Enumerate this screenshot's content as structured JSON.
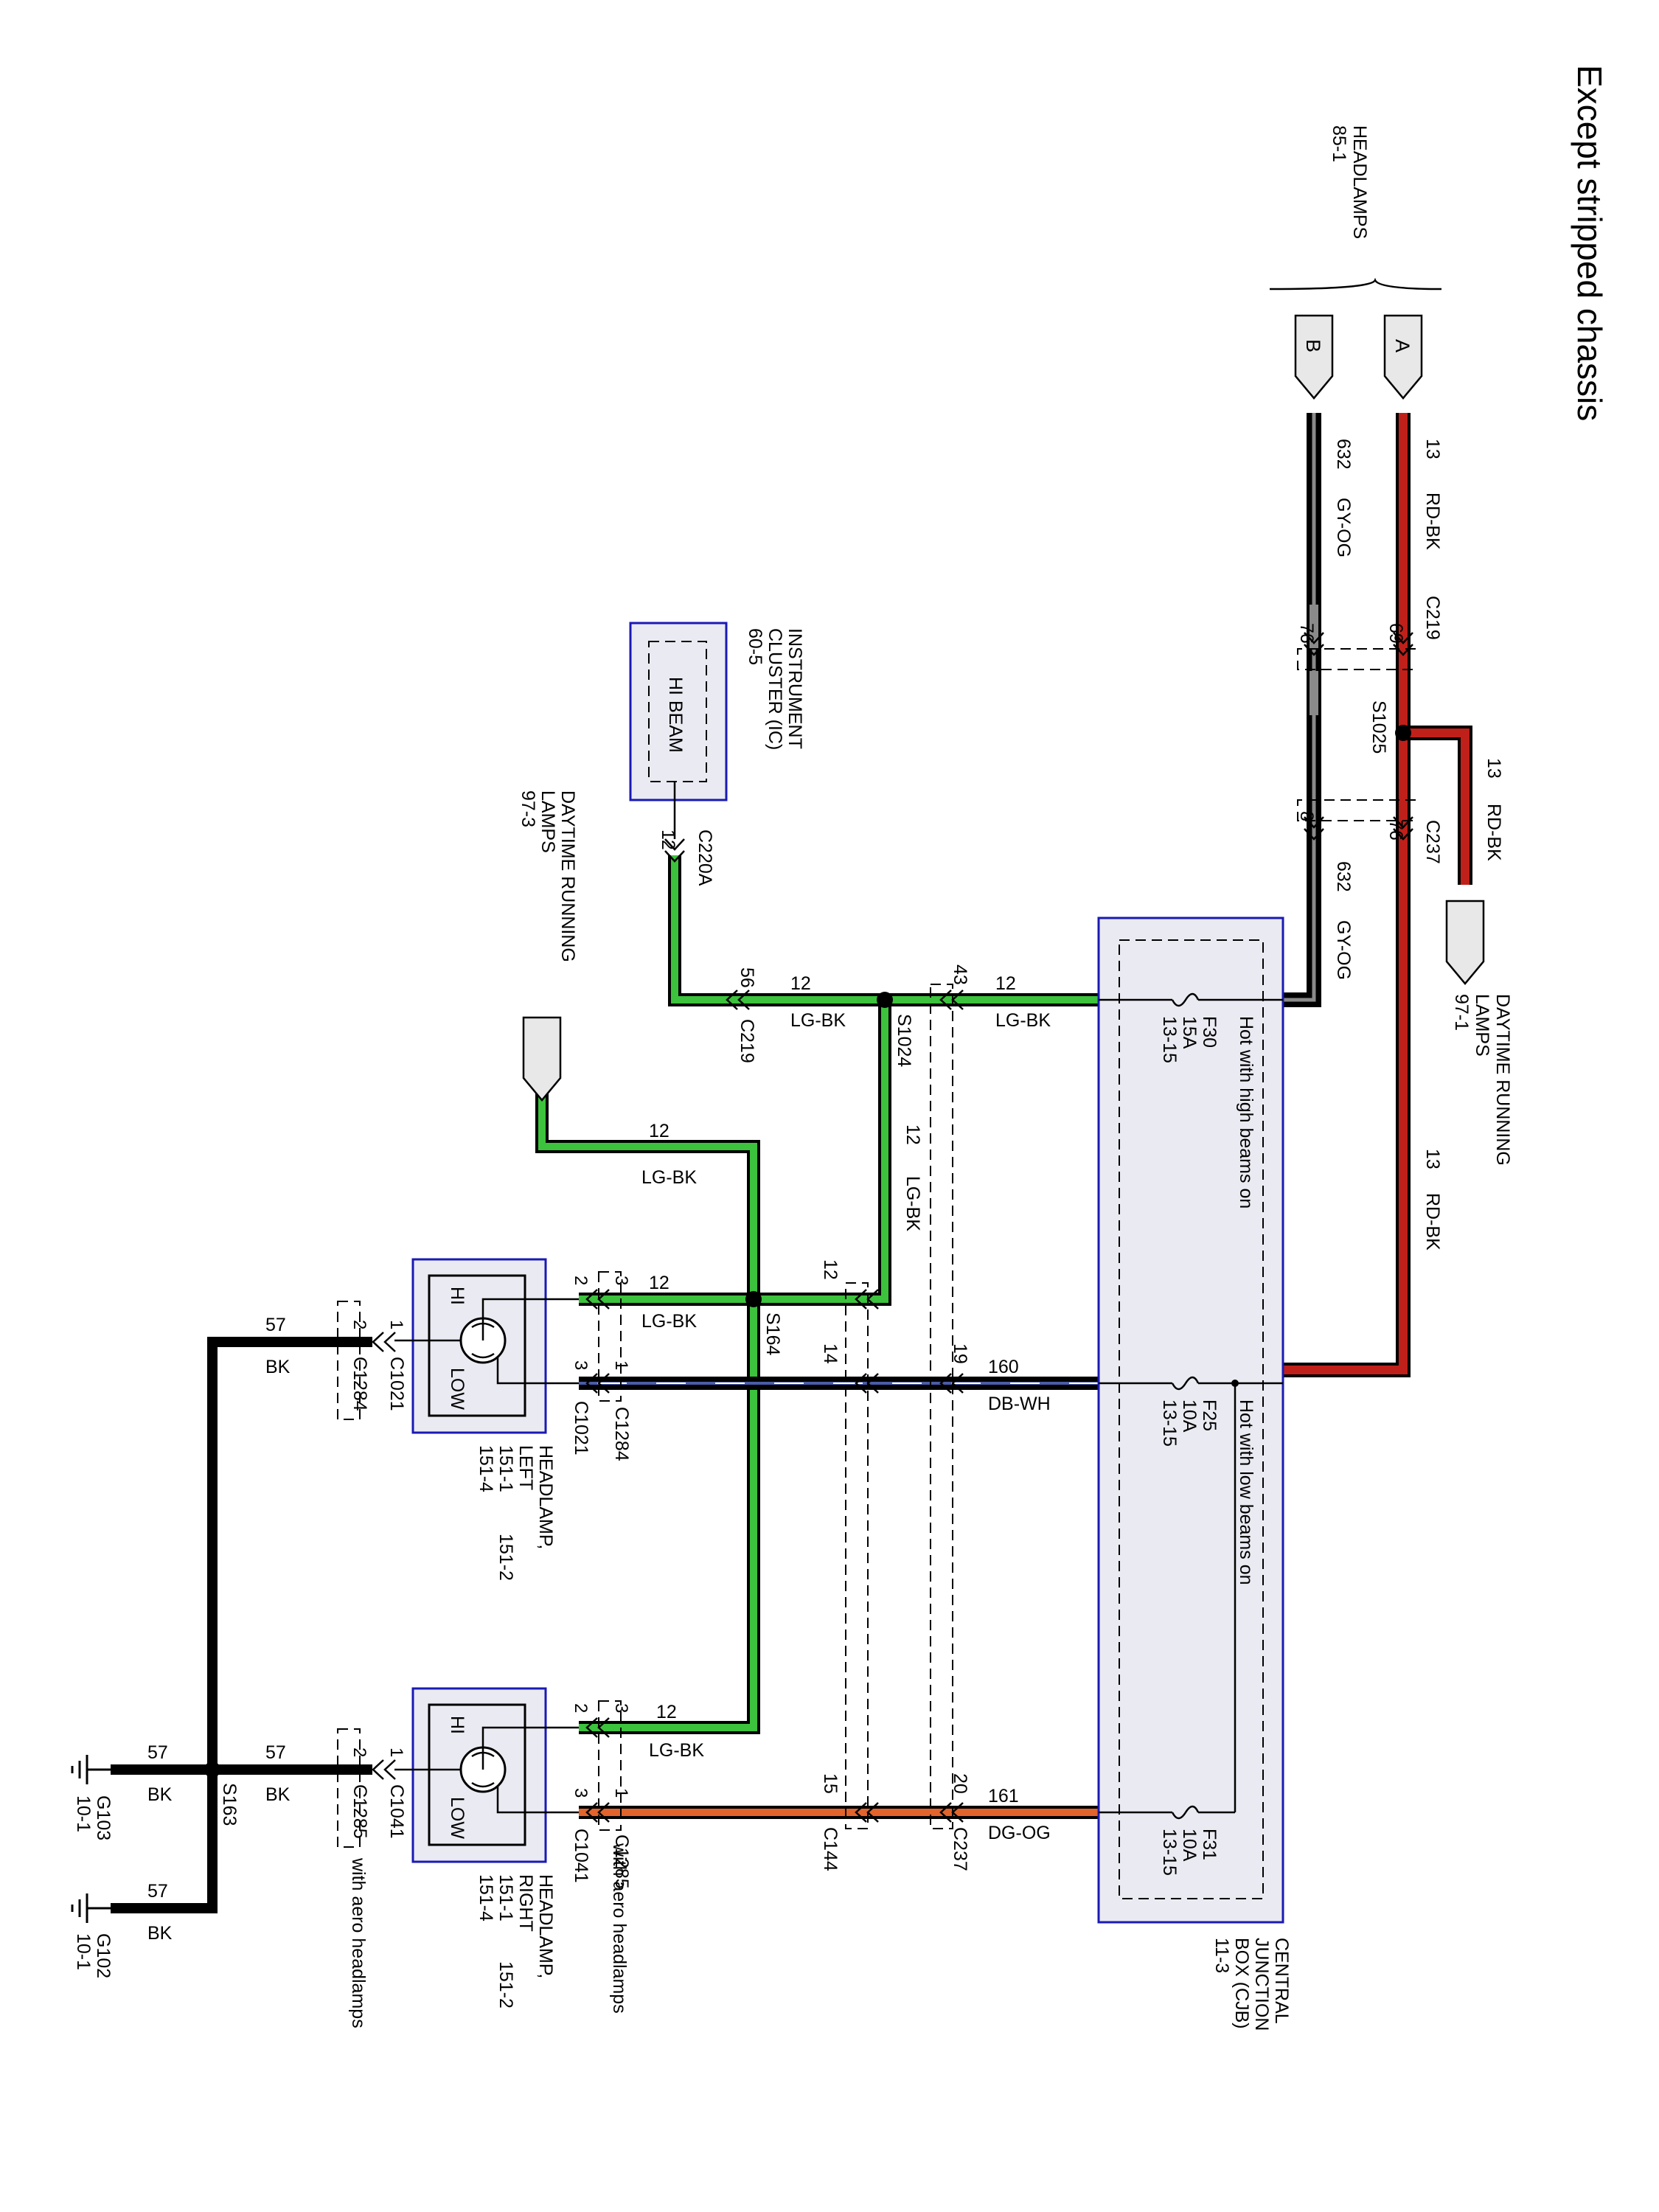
{
  "title": "Except stripped chassis",
  "colors": {
    "red": "#c0201a",
    "green": "#3cc23c",
    "black": "#000000",
    "white": "#ffffff",
    "gray": "#8a8a8a",
    "orange": "#e2632c",
    "blue": "#4a5ca8",
    "module_fill": "#eaeaf2",
    "module_border": "#1a1ab4"
  },
  "labels": {
    "headlamps_ref": [
      "HEADLAMPS",
      "85-1"
    ],
    "connector_a": "A",
    "connector_b": "B",
    "drl_top": [
      "DAYTIME RUNNING",
      "LAMPS",
      "97-1"
    ],
    "drl_left": [
      "DAYTIME RUNNING",
      "LAMPS",
      "97-3"
    ],
    "instrument_cluster": [
      "INSTRUMENT",
      "CLUSTER (IC)",
      "60-5"
    ],
    "hi_beam": "HI BEAM",
    "cjb": [
      "CENTRAL",
      "JUNCTION",
      "BOX (CJB)",
      "11-3"
    ],
    "hot_high": "Hot with high beams on",
    "hot_low": "Hot with low beams on",
    "headlamp_left": [
      "HEADLAMP,",
      "LEFT",
      "151-1",
      "151-4"
    ],
    "headlamp_left_ref2": "151-2",
    "headlamp_right": [
      "HEADLAMP,",
      "RIGHT",
      "151-1",
      "151-4"
    ],
    "headlamp_right_ref2": "151-2",
    "aero_1": "with aero headlamps",
    "aero_2": "with aero headlamps",
    "hi": "HI",
    "low": "LOW",
    "g103": [
      "G103",
      "10-1"
    ],
    "g102": [
      "G102",
      "10-1"
    ]
  },
  "fuses": [
    {
      "name": "F30",
      "amps": "15A",
      "ref": "13-15"
    },
    {
      "name": "F25",
      "amps": "10A",
      "ref": "13-15"
    },
    {
      "name": "F31",
      "amps": "10A",
      "ref": "13-15"
    }
  ],
  "splices": [
    "S1025",
    "S1024",
    "S164",
    "S163"
  ],
  "wires": {
    "w13": {
      "num": "13",
      "color": "RD-BK"
    },
    "w632": {
      "num": "632",
      "color": "GY-OG"
    },
    "w12": {
      "num": "12",
      "color": "LG-BK"
    },
    "w160": {
      "num": "160",
      "color": "DB-WH"
    },
    "w161": {
      "num": "161",
      "color": "DG-OG"
    },
    "w57": {
      "num": "57",
      "color": "BK"
    }
  },
  "connectors": {
    "c219": "C219",
    "c237": "C237",
    "c220a": "C220A",
    "c1021": "C1021",
    "c1284": "C1284",
    "c1041": "C1041",
    "c1285": "C1285",
    "c144": "C144"
  },
  "pins": {
    "c219_13": "69",
    "c219_632": "76",
    "c237_13": "76",
    "c237_632": "8",
    "c220a": "12",
    "c219_lg": "56",
    "c237_lg": "43",
    "c237_160": "19",
    "c237_161": "20",
    "c144_lg": "12",
    "c144_160": "14",
    "c144_161": "15",
    "lhl_c1021_hi": "2",
    "lhl_c1021_low": "3",
    "lhl_c1021_gnd": "1",
    "lhl_c1284_hi": "3",
    "lhl_c1284_low": "1",
    "lhl_c1284_gnd": "2",
    "rhl_c1041_hi": "2",
    "rhl_c1041_low": "3",
    "rhl_c1041_gnd": "1",
    "rhl_c1285_hi": "3",
    "rhl_c1285_low": "1",
    "rhl_c1285_gnd": "2"
  }
}
